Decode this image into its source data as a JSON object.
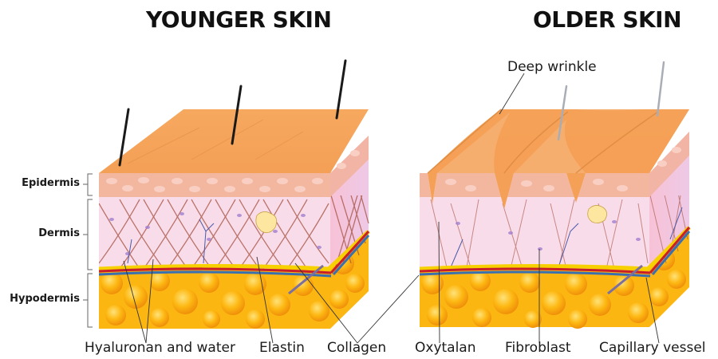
{
  "titles": {
    "younger": "YOUNGER SKIN",
    "older": "OLDER SKIN"
  },
  "layers": [
    {
      "label": "Epidermis"
    },
    {
      "label": "Dermis"
    },
    {
      "label": "Hypodermis"
    }
  ],
  "callouts": {
    "deep_wrinkle": "Deep wrinkle",
    "bottom": [
      {
        "label": "Hyaluronan and water"
      },
      {
        "label": "Elastin"
      },
      {
        "label": "Collagen"
      },
      {
        "label": "Oxytalan"
      },
      {
        "label": "Fibroblast"
      },
      {
        "label": "Capillary vessel"
      }
    ]
  },
  "colors": {
    "skin_surface": "#f4a55e",
    "epidermis": "#f3b9a0",
    "dermis": "#f8dcea",
    "fibers": "#a0483a",
    "fat": "#fbb40f",
    "artery": "#c8202a",
    "vein": "#3a6fb0"
  }
}
